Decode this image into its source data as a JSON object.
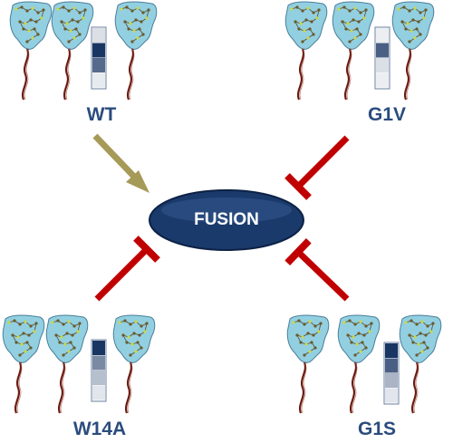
{
  "center": {
    "label": "FUSION",
    "fill": "#1a3a6b"
  },
  "variants": [
    {
      "id": "wt",
      "label": "WT",
      "effect": "promotes",
      "gel_levels": [
        0.15,
        0.95,
        0.7,
        0.1
      ]
    },
    {
      "id": "g1v",
      "label": "G1V",
      "effect": "inhibits",
      "gel_levels": [
        0.08,
        0.75,
        0.15,
        0.08
      ]
    },
    {
      "id": "w14a",
      "label": "W14A",
      "effect": "inhibits",
      "gel_levels": [
        0.95,
        0.55,
        0.3,
        0.12
      ]
    },
    {
      "id": "g1s",
      "label": "G1S",
      "effect": "inhibits",
      "gel_levels": [
        0.95,
        0.75,
        0.35,
        0.12
      ]
    }
  ],
  "colors": {
    "label": "#2b4c7e",
    "promote_arrow": "#a69a58",
    "inhibit_arrow": "#c00000",
    "membrane": "#92cfe0",
    "membrane_edge": "#4a7f9a",
    "tail": "#6b1c12",
    "gel_dark": "#0d2a5a"
  }
}
